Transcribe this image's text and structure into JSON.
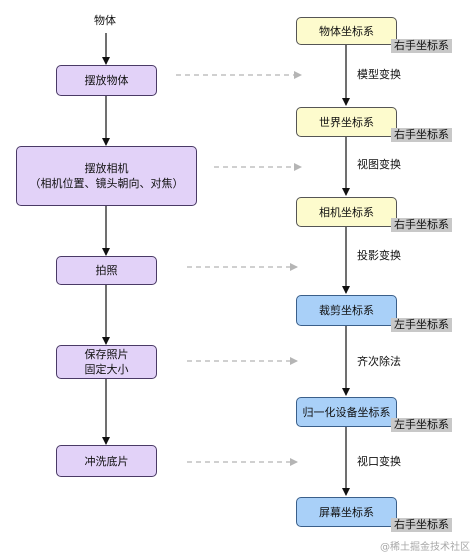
{
  "start_label": "物体",
  "left_steps": [
    {
      "text": "摆放物体"
    },
    {
      "text": "摆放相机",
      "sub": "（相机位置、镜头朝向、对焦）"
    },
    {
      "text": "拍照"
    },
    {
      "text": "保存照片",
      "sub": "固定大小"
    },
    {
      "text": "冲洗底片"
    }
  ],
  "right_nodes": [
    {
      "text": "物体坐标系",
      "tag": "右手坐标系",
      "color": "#fdfbcd"
    },
    {
      "text": "世界坐标系",
      "tag": "右手坐标系",
      "color": "#fdfbcd"
    },
    {
      "text": "相机坐标系",
      "tag": "右手坐标系",
      "color": "#fdfbcd"
    },
    {
      "text": "裁剪坐标系",
      "tag": "左手坐标系",
      "color": "#a9d0f8"
    },
    {
      "text": "归一化设备坐标系",
      "tag": "左手坐标系",
      "color": "#a9d0f8"
    },
    {
      "text": "屏幕坐标系",
      "tag": "右手坐标系",
      "color": "#a9d0f8"
    }
  ],
  "transforms": [
    "模型变换",
    "视图变换",
    "投影变换",
    "齐次除法",
    "视口变换"
  ],
  "watermark": "@稀土掘金技术社区"
}
